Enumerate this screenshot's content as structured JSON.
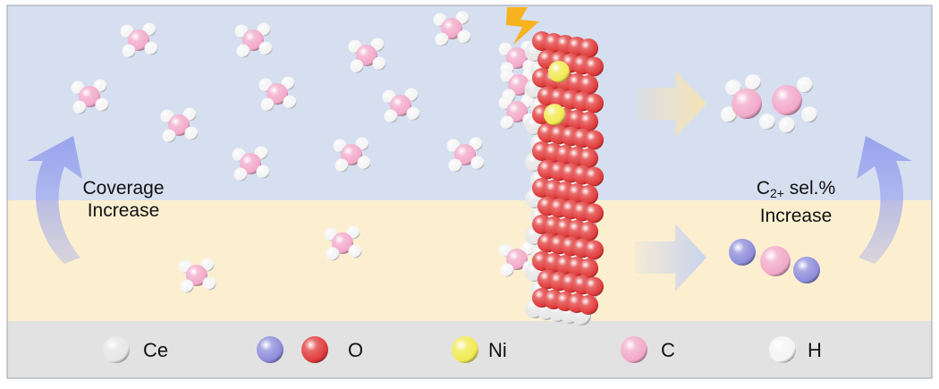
{
  "labels": {
    "left_line1": "Coverage",
    "left_line2": "Increase",
    "right_prefix": "C",
    "right_sub": "2+",
    "right_suffix": " sel.%",
    "right_line2": "Increase"
  },
  "legend": [
    {
      "label": "Ce",
      "spheres": [
        "ce"
      ]
    },
    {
      "label": "O",
      "spheres": [
        "n",
        "o"
      ]
    },
    {
      "label": "Ni",
      "spheres": [
        "ni"
      ]
    },
    {
      "label": "C",
      "spheres": [
        "c"
      ]
    },
    {
      "label": "H",
      "spheres": [
        "h"
      ]
    }
  ],
  "colors": {
    "upper_zone": "#d5dff0",
    "lower_zone": "#fcefd0",
    "legend_bar": "#e2e2e2",
    "curved_arrow": "#9aa4ee",
    "ce": "#e6e6e6",
    "o": "#e03a3a",
    "ni": "#f0ea50",
    "c": "#f2a8c8",
    "h": "#f4f4f4",
    "n": "#8c8cda",
    "upper_arrow": "#f6e3b4",
    "lower_arrow": "#c9d3ef"
  },
  "icons": [
    "lightning-icon",
    "curved-arrow-left",
    "curved-arrow-right",
    "block-arrow-upper",
    "block-arrow-lower"
  ]
}
